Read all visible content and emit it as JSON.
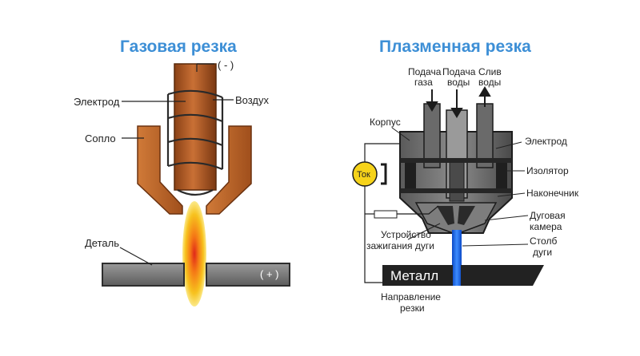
{
  "titles": {
    "gas": "Газовая резка",
    "plasma": "Плазменная резка"
  },
  "gas": {
    "minus": "( - )",
    "electrode": "Электрод",
    "air": "Воздух",
    "nozzle": "Сопло",
    "part": "Деталь",
    "plus": "( + )"
  },
  "plasma": {
    "gas_feed": [
      "Подача",
      "газа"
    ],
    "water_feed": [
      "Подача",
      "воды"
    ],
    "water_drain": [
      "Слив",
      "воды"
    ],
    "body": "Корпус",
    "electrode": "Электрод",
    "insulator": "Изолятор",
    "tip": "Наконечник",
    "arc_chamber": [
      "Дуговая",
      "камера"
    ],
    "arc_column": [
      "Столб",
      "дуги"
    ],
    "ignition": [
      "Устройство",
      "зажигания дуги"
    ],
    "current": "Ток",
    "metal": "Металл",
    "direction": [
      "Направление",
      "резки"
    ]
  },
  "colors": {
    "title": "#3d8fd6",
    "copper": "#b4602a",
    "copper_dark": "#6b3210",
    "plate_gray": "#7a7a7a",
    "arc_blue": "#1c6cf0",
    "current_yellow": "#f6d31a"
  }
}
